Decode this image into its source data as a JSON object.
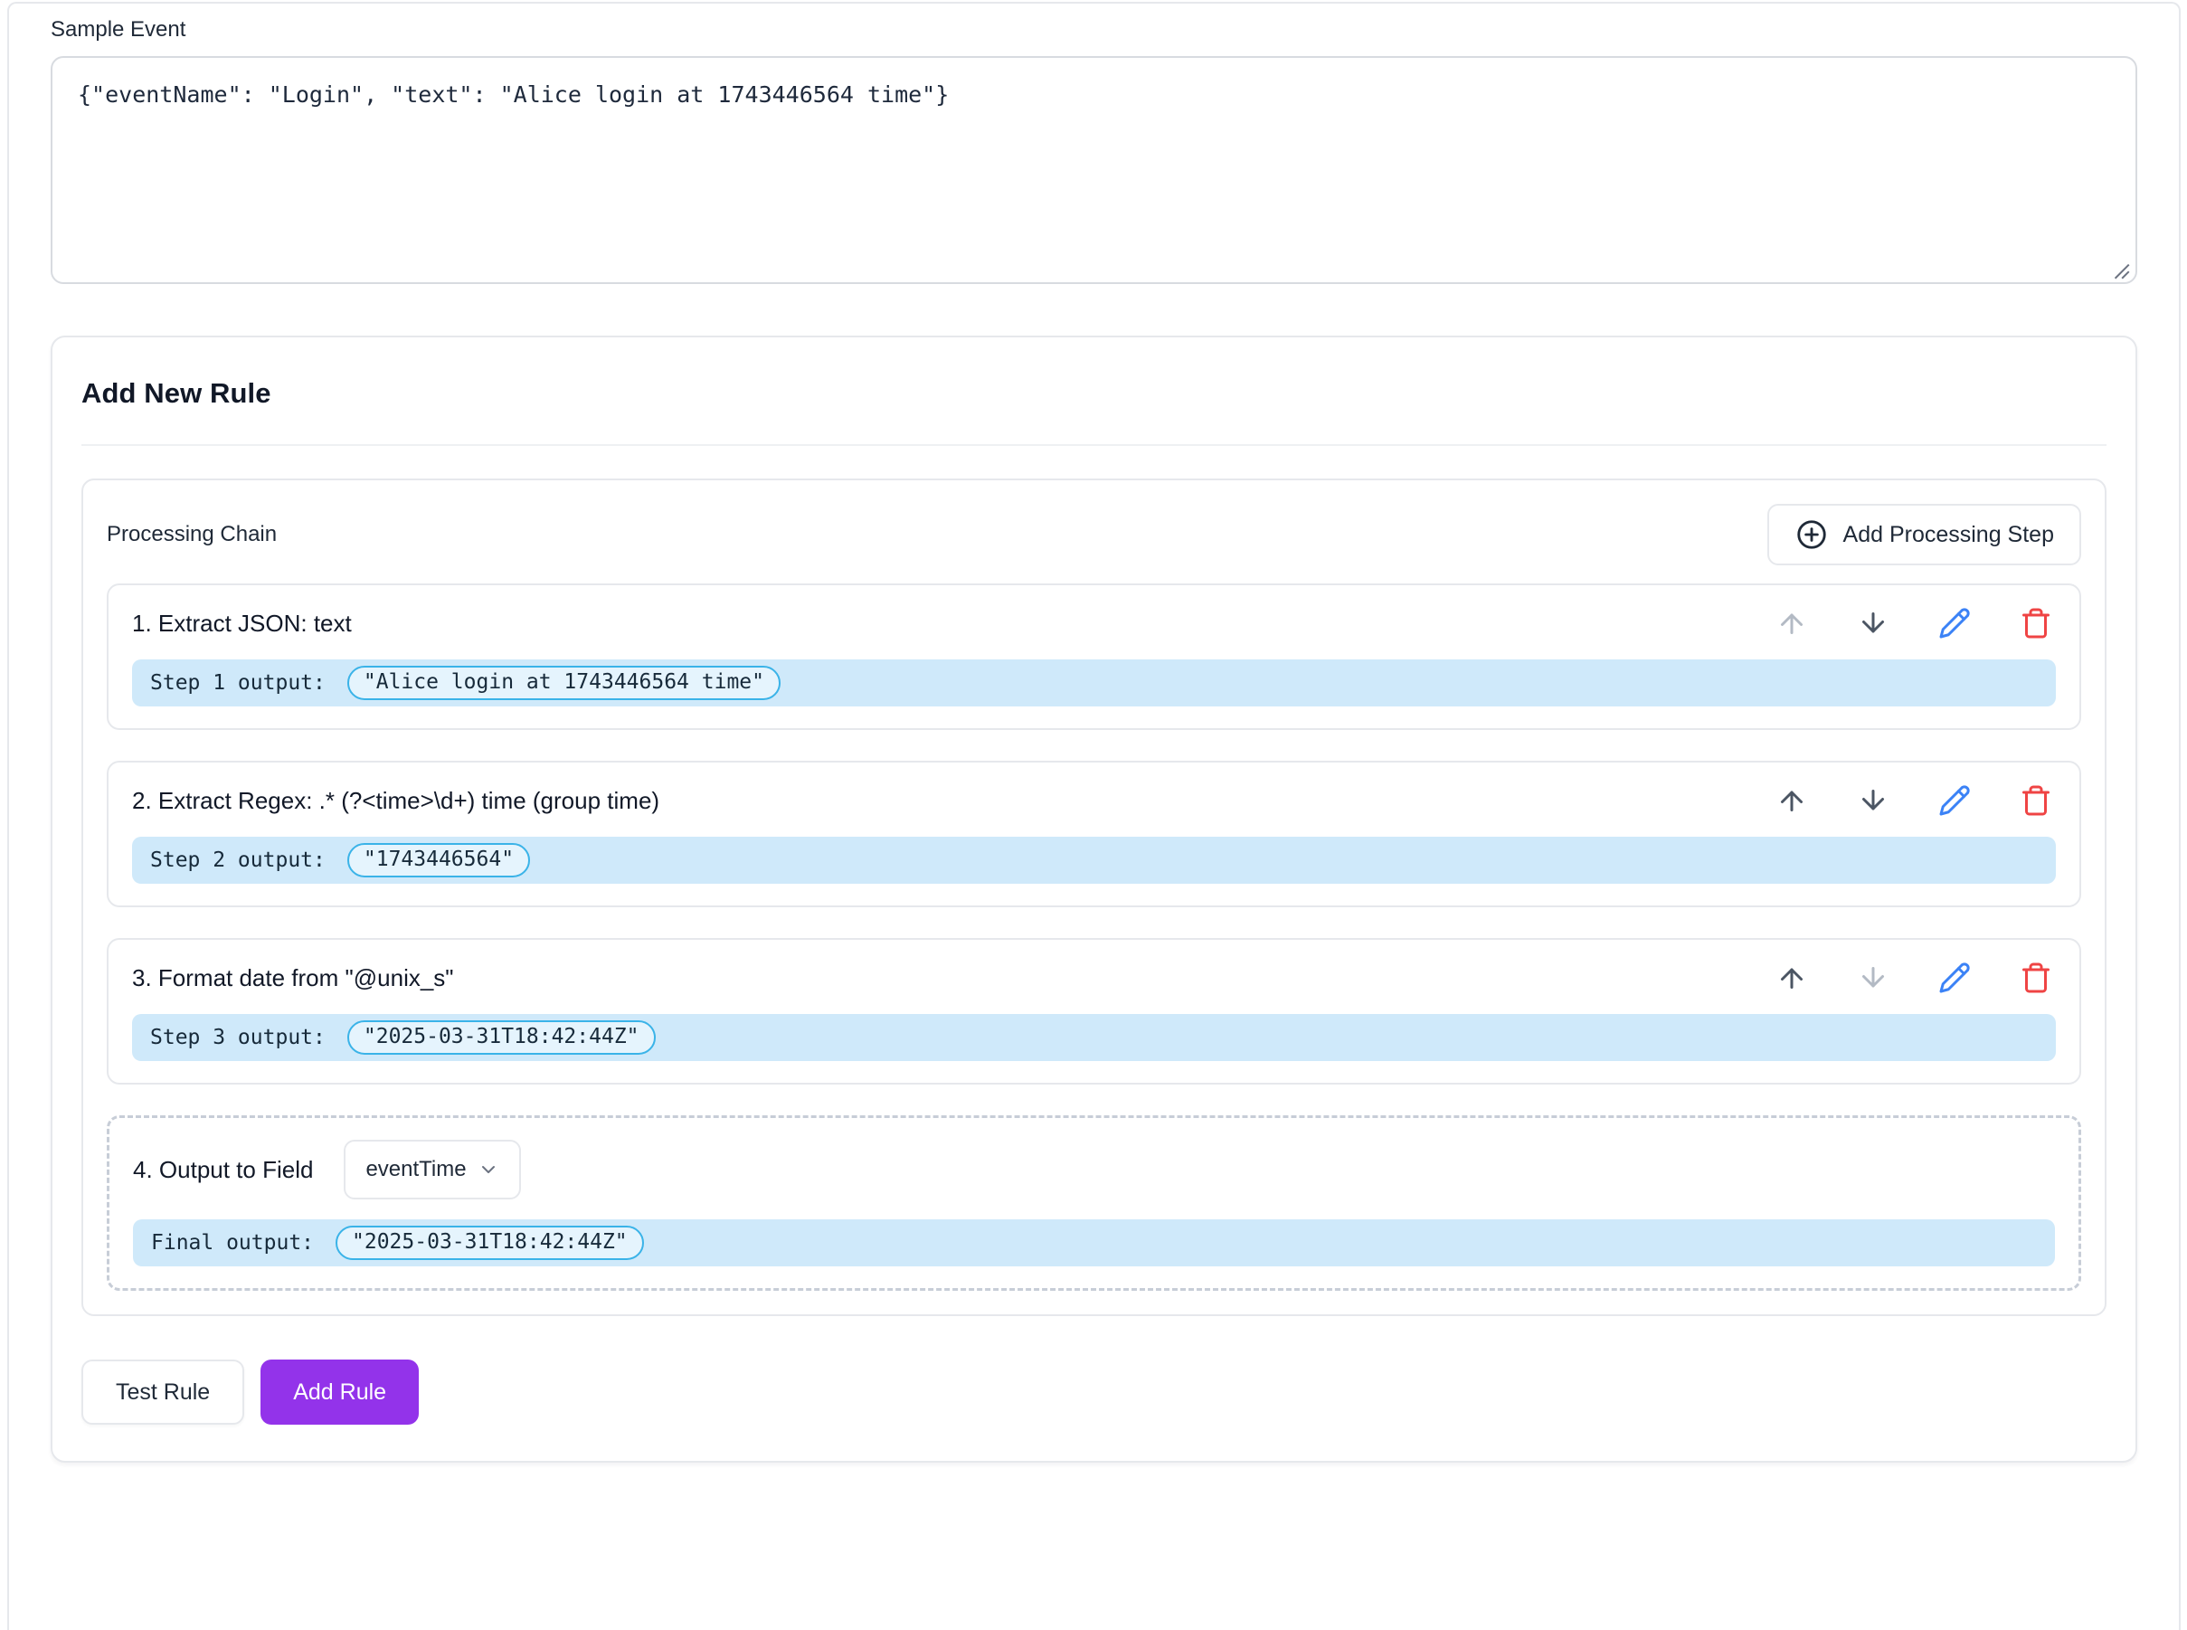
{
  "sample_event": {
    "label": "Sample Event",
    "value": "{\"eventName\": \"Login\", \"text\": \"Alice login at 1743446564 time\"}"
  },
  "rule_form": {
    "title": "Add New Rule",
    "chain": {
      "title": "Processing Chain",
      "add_step_label": "Add Processing Step",
      "steps": [
        {
          "title": "1. Extract JSON: text",
          "output_label": "Step 1 output:",
          "output_value": "\"Alice login at 1743446564 time\"",
          "up_enabled": false,
          "down_enabled": true
        },
        {
          "title": "2. Extract Regex: .* (?<time>\\d+) time (group time)",
          "output_label": "Step 2 output:",
          "output_value": "\"1743446564\"",
          "up_enabled": true,
          "down_enabled": true
        },
        {
          "title": "3. Format date from \"@unix_s\"",
          "output_label": "Step 3 output:",
          "output_value": "\"2025-03-31T18:42:44Z\"",
          "up_enabled": true,
          "down_enabled": false
        }
      ],
      "output_step": {
        "title": "4. Output to Field",
        "field_value": "eventTime",
        "output_label": "Final output:",
        "output_value": "\"2025-03-31T18:42:44Z\""
      }
    },
    "buttons": {
      "test": "Test Rule",
      "add": "Add Rule"
    }
  },
  "colors": {
    "accent_purple": "#9333ea",
    "output_bar_bg": "#cfe9fa",
    "output_pill_bg": "#e5f4fd",
    "output_pill_border": "#3ab3e8",
    "edit_icon_blue": "#3b82f6",
    "delete_icon_red": "#ef4444",
    "arrow_enabled": "#4b5563",
    "arrow_disabled": "#b3bac4",
    "border_gray": "#e6e8ec",
    "text_dark": "#1f2937"
  }
}
